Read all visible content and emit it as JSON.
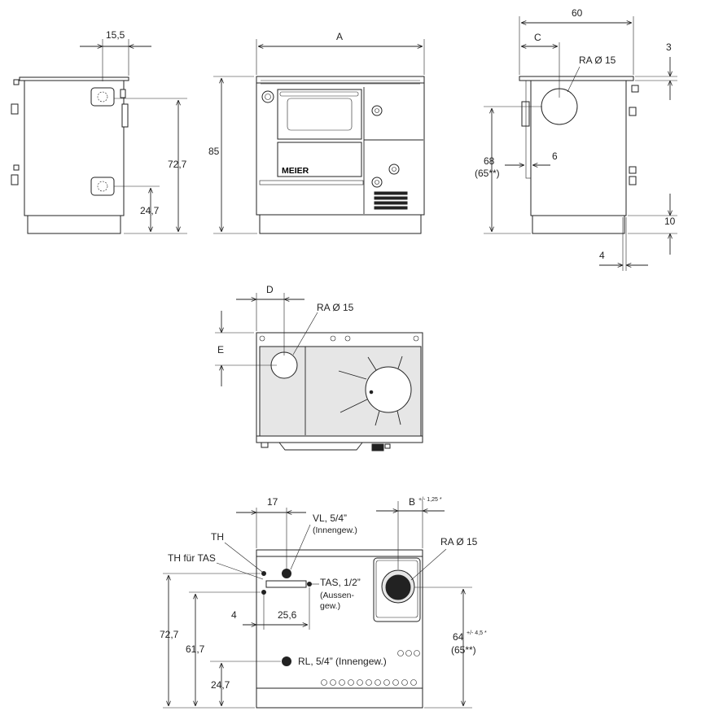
{
  "side_left": {
    "dim_top": "15,5",
    "dim_high": "72,7",
    "dim_low": "24,7"
  },
  "front": {
    "dim_width": "A",
    "dim_height": "85",
    "logo": "MEIER"
  },
  "side_right": {
    "dim_depth": "60",
    "dim_c": "C",
    "dim_3": "3",
    "label_ra": "RA Ø 15",
    "dim_68": "68",
    "dim_65": "(65**)",
    "dim_6": "6",
    "dim_10": "10",
    "dim_4": "4"
  },
  "top_view": {
    "dim_d": "D",
    "dim_e": "E",
    "label_ra": "RA Ø 15"
  },
  "rear_view": {
    "dim_17": "17",
    "vl_line1": "VL, 5/4”",
    "vl_line2": "(Innengew.)",
    "th": "TH",
    "th_tas": "TH für TAS",
    "tas_line1": "TAS, 1/2”",
    "tas_line2": "(Aussen-",
    "tas_line3": "gew.)",
    "dim_4": "4",
    "dim_256": "25,6",
    "dim_727": "72,7",
    "dim_617": "61,7",
    "dim_247": "24,7",
    "rl": "RL, 5/4” (Innengew.)",
    "dim_b": "B",
    "dim_b_tol": "+/- 1,25 *",
    "label_ra": "RA Ø 15",
    "dim_64": "64",
    "dim_64_tol": "+/- 4,5 *",
    "dim_65": "(65**)"
  }
}
